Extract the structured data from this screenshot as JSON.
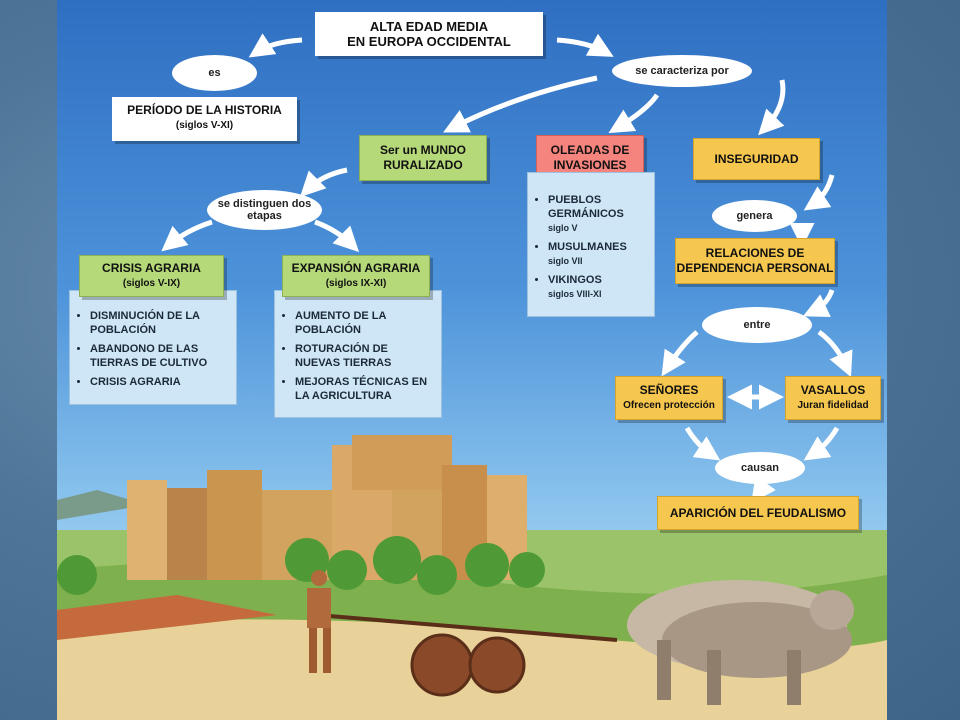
{
  "title": {
    "line1": "ALTA EDAD MEDIA",
    "line2": "EN EUROPA OCCIDENTAL"
  },
  "connectors": {
    "es": "es",
    "caracteriza": "se caracteriza por",
    "distinguen": "se distinguen dos etapas",
    "genera": "genera",
    "entre": "entre",
    "causan": "causan"
  },
  "periodo": {
    "line1": "PERÍODO DE LA HISTORIA",
    "line2": "(siglos V-XI)"
  },
  "rural": {
    "line1": "Ser un MUNDO",
    "line2": "RURALIZADO"
  },
  "oleadas": {
    "line1": "OLEADAS DE",
    "line2": "INVASIONES"
  },
  "inseguridad": "INSEGURIDAD",
  "crisis": {
    "line1": "CRISIS AGRARIA",
    "line2": "(siglos V-IX)",
    "items": [
      "DISMINUCIÓN DE LA POBLACIÓN",
      "ABANDONO DE LAS TIERRAS DE CULTIVO",
      "CRISIS AGRARIA"
    ]
  },
  "expansion": {
    "line1": "EXPANSIÓN AGRARIA",
    "line2": "(siglos IX-XI)",
    "items": [
      "AUMENTO DE LA POBLACIÓN",
      "ROTURACIÓN DE NUEVAS TIERRAS",
      "MEJORAS TÉCNICAS EN LA AGRICULTURA"
    ]
  },
  "invasiones": [
    {
      "name": "PUEBLOS GERMÁNICOS",
      "era": "siglo V"
    },
    {
      "name": "MUSULMANES",
      "era": "siglo VII"
    },
    {
      "name": "VIKINGOS",
      "era": "siglos VIII-XI"
    }
  ],
  "relaciones": {
    "line1": "RELACIONES DE",
    "line2": "DEPENDENCIA PERSONAL"
  },
  "senores": {
    "title": "SEÑORES",
    "sub": "Ofrecen protección"
  },
  "vasallos": {
    "title": "VASALLOS",
    "sub": "Juran fidelidad"
  },
  "feudalismo": "APARICIÓN DEL FEUDALISMO",
  "colors": {
    "green": "#b5d879",
    "pink": "#f4847d",
    "orange": "#f6c74e",
    "list": "#cfe6f7"
  }
}
